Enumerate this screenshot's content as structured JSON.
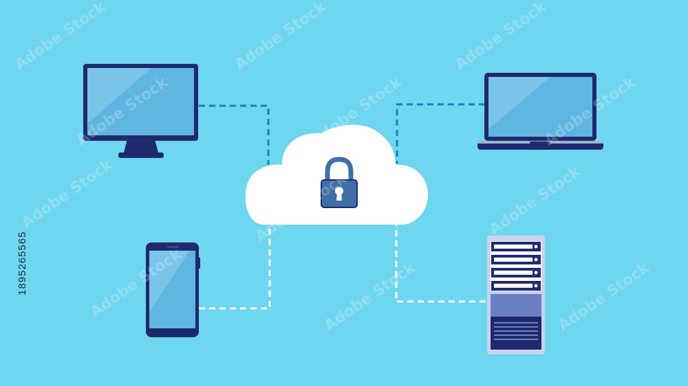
{
  "diagram": {
    "nodes": [
      {
        "id": "desktop-monitor",
        "icon": "desktop-monitor-icon"
      },
      {
        "id": "laptop",
        "icon": "laptop-icon"
      },
      {
        "id": "smartphone",
        "icon": "smartphone-icon"
      },
      {
        "id": "server",
        "icon": "server-tower-icon"
      },
      {
        "id": "cloud",
        "icon": "cloud-icon",
        "badge": "padlock-icon"
      }
    ],
    "edges": [
      {
        "from": "desktop-monitor",
        "to": "cloud",
        "style": "dashed",
        "color": "#1e7fb5"
      },
      {
        "from": "laptop",
        "to": "cloud",
        "style": "dashed",
        "color": "#1e7fb5"
      },
      {
        "from": "smartphone",
        "to": "cloud",
        "style": "dashed",
        "color": "#ffffff"
      },
      {
        "from": "server",
        "to": "cloud",
        "style": "dashed",
        "color": "#ffffff"
      }
    ]
  },
  "stock_id": "1895265565",
  "watermark": "Adobe Stock",
  "colors": {
    "background": "#6fd6ef",
    "device_frame": "#1f2a6e",
    "screen": "#5fb6e0",
    "cloud": "#ffffff",
    "lock": "#3f6fa6"
  }
}
